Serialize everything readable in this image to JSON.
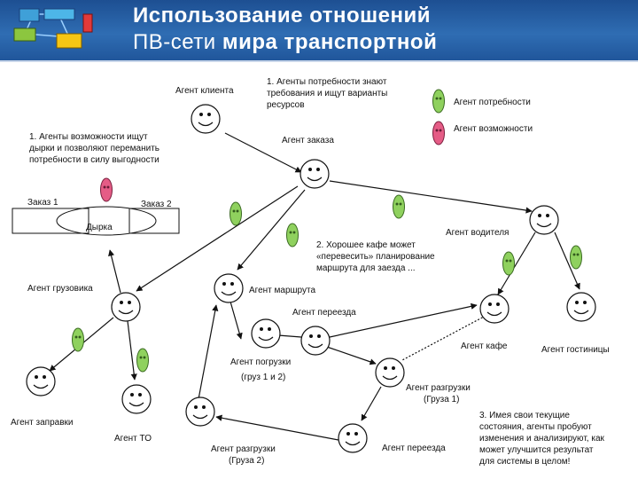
{
  "header": {
    "title_line1": "Использование отношений",
    "title_line2_a": "ПВ-сети ",
    "title_line2_b": "мира транспортной"
  },
  "legend": {
    "need_agent": "Агент потребности",
    "opportunity_agent": "Агент возможности",
    "need_color": "#8fd15e",
    "opportunity_color": "#e55c86"
  },
  "notes": {
    "note_needs": [
      "1. Агенты потребности знают",
      "требования и ищут варианты",
      "ресурсов"
    ],
    "note_opportunities": [
      "1. Агенты возможности ищут",
      "дырки и позволяют переманить",
      "потребности в силу выгодности"
    ],
    "note_cafe": [
      "2. Хорошее кафе может",
      "«перевесить» планирование",
      "маршрута для заезда ..."
    ],
    "note_states": [
      "3. Имея свои текущие",
      "состояния, агенты пробуют",
      "изменения и анализируют, как",
      "может улучшится результат",
      "для системы в целом!"
    ]
  },
  "hole": {
    "order1": "Заказ 1",
    "order2": "Заказ 2",
    "hole_label": "Дырка"
  },
  "agents": {
    "client": "Агент клиента",
    "order": "Агент заказа",
    "driver": "Агент водителя",
    "truck": "Агент грузовика",
    "route": "Агент маршрута",
    "crossing1": "Агент переезда",
    "loading_a": "Агент погрузки",
    "loading_b": "(груз 1 и 2)",
    "cafe": "Агент кафе",
    "hotel": "Агент гостиницы",
    "unload1_a": "Агент разгрузки",
    "unload1_b": "(Груза 1)",
    "fuel": "Агент заправки",
    "service": "Агент ТО",
    "unload2_a": "Агент разгрузки",
    "unload2_b": "(Груза 2)",
    "crossing2": "Агент переезда"
  }
}
